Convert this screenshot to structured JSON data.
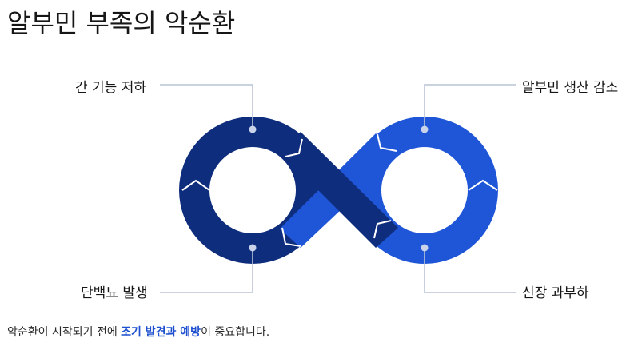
{
  "title": "알부민 부족의 악순환",
  "labels": {
    "top_left": "간 기능 저하",
    "top_right": "알부민 생산 감소",
    "bottom_left": "단백뇨 발생",
    "bottom_right": "신장 과부하"
  },
  "footer": {
    "before": "악순환이 시작되기 전에 ",
    "emphasis": "조기 발견과 예방",
    "after": "이 중요합니다."
  },
  "colors": {
    "dark_navy": "#0f2d7d",
    "bright_blue": "#1f56d8",
    "connector": "#b9c3d6",
    "emphasis": "#1d4fcf"
  }
}
